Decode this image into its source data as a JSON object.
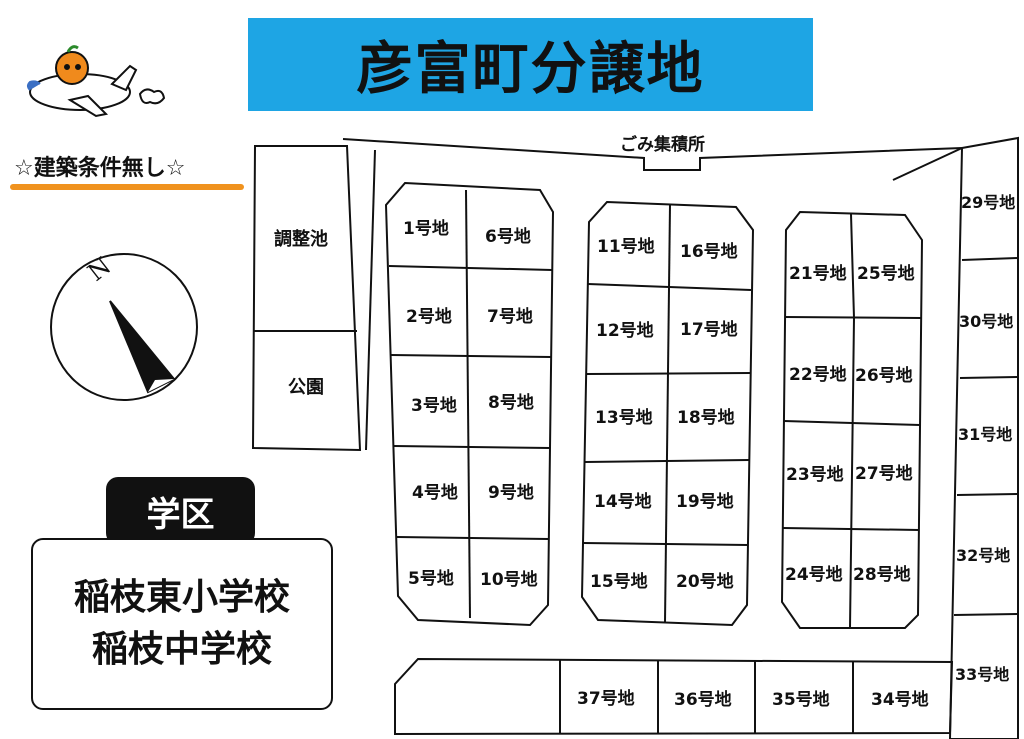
{
  "title": "彦富町分譲地",
  "condition": "☆建築条件無し☆",
  "school_district": {
    "label": "学区",
    "schools": [
      "稲枝東小学校",
      "稲枝中学校"
    ]
  },
  "compass_label": "N",
  "facilities": {
    "garbage": "ごみ集積所",
    "pond": "調整池",
    "park": "公園"
  },
  "lots": [
    "1号地",
    "2号地",
    "3号地",
    "4号地",
    "5号地",
    "6号地",
    "7号地",
    "8号地",
    "9号地",
    "10号地",
    "11号地",
    "12号地",
    "13号地",
    "14号地",
    "15号地",
    "16号地",
    "17号地",
    "18号地",
    "19号地",
    "20号地",
    "21号地",
    "22号地",
    "23号地",
    "24号地",
    "25号地",
    "26号地",
    "27号地",
    "28号地",
    "29号地",
    "30号地",
    "31号地",
    "32号地",
    "33号地",
    "34号地",
    "35号地",
    "36号地",
    "37号地"
  ],
  "colors": {
    "title_bg": "#1ea5e4",
    "accent_line": "#f0921e",
    "mascot": "#f08a1c"
  }
}
